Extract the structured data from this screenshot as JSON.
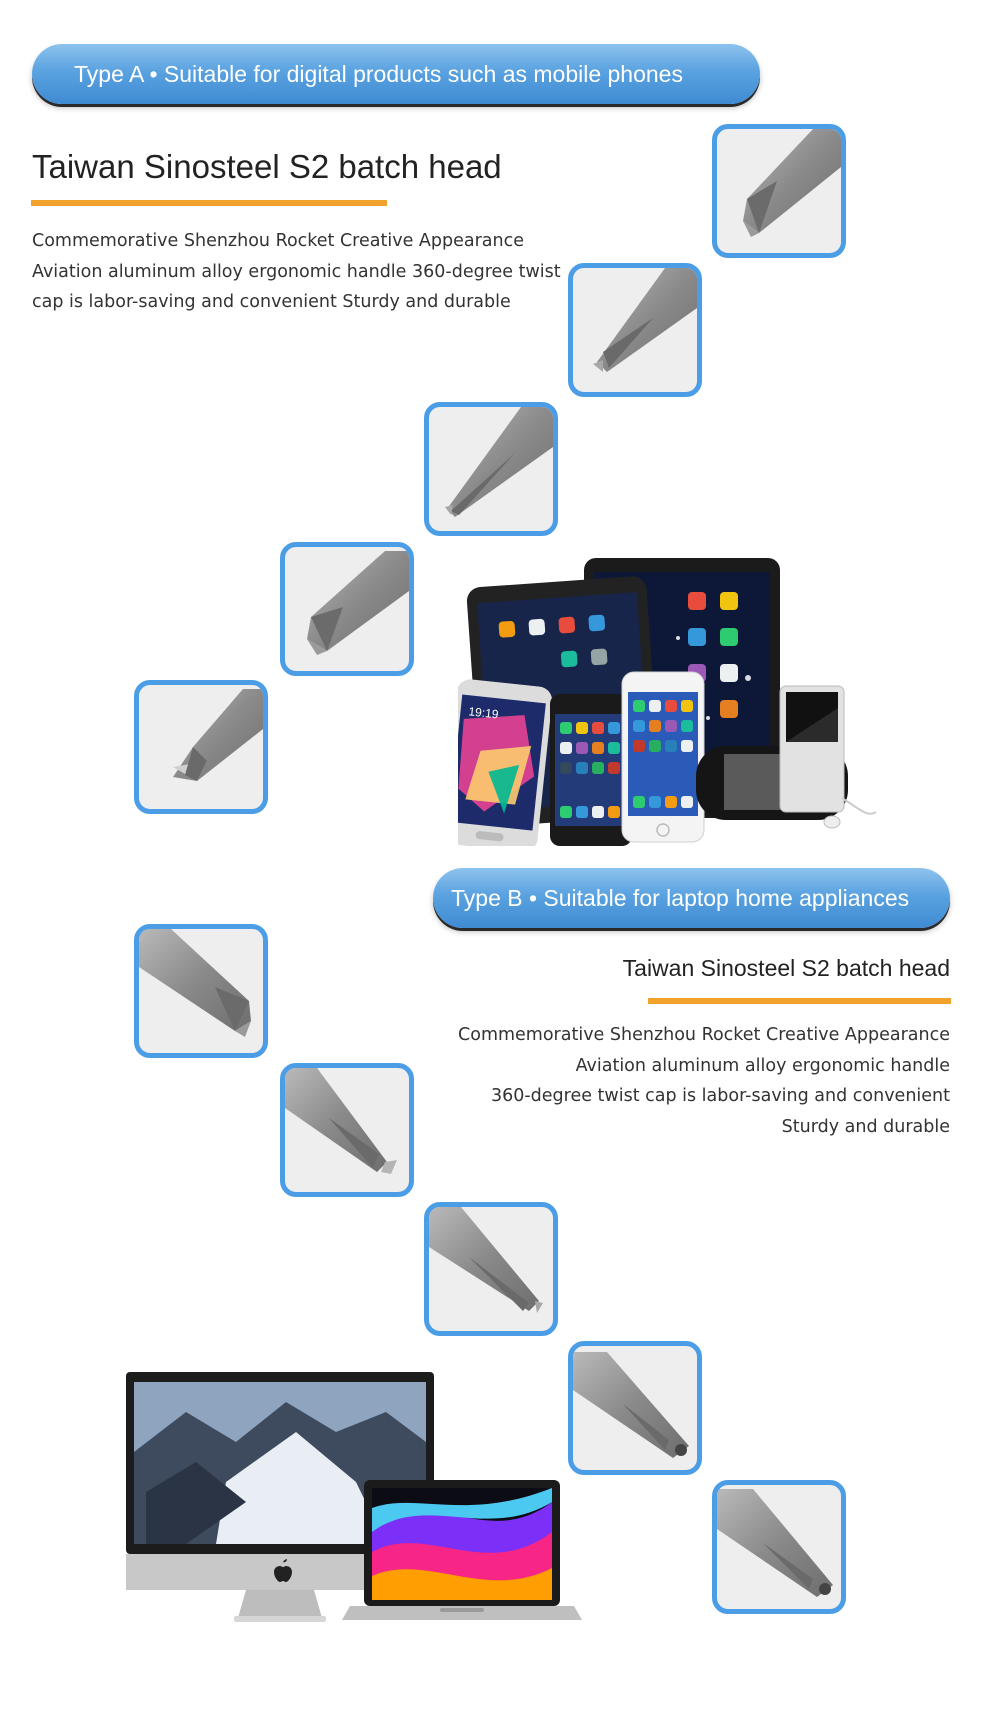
{
  "section_a": {
    "banner": "Type A • Suitable for digital products such as mobile phones",
    "title": "Taiwan Sinosteel S2 batch head",
    "description": [
      "Commemorative Shenzhou Rocket Creative Appearance",
      "Aviation aluminum alloy ergonomic handle 360-degree twist",
      "cap is labor-saving and convenient Sturdy and durable"
    ],
    "phone_time": "19:19"
  },
  "section_b": {
    "banner": "Type B • Suitable for laptop home appliances",
    "title": "Taiwan Sinosteel S2 batch head",
    "description": [
      "Commemorative Shenzhou Rocket Creative Appearance",
      "Aviation aluminum alloy ergonomic handle",
      "360-degree twist cap is labor-saving and convenient",
      "Sturdy and durable"
    ]
  },
  "colors": {
    "accent_blue": "#4b9ee6",
    "rule_orange": "#f0a22c",
    "tile_bg": "#eeeeee"
  },
  "icons": [
    "phillips-bit-icon",
    "torx-bit-icon",
    "apple-logo-icon"
  ]
}
